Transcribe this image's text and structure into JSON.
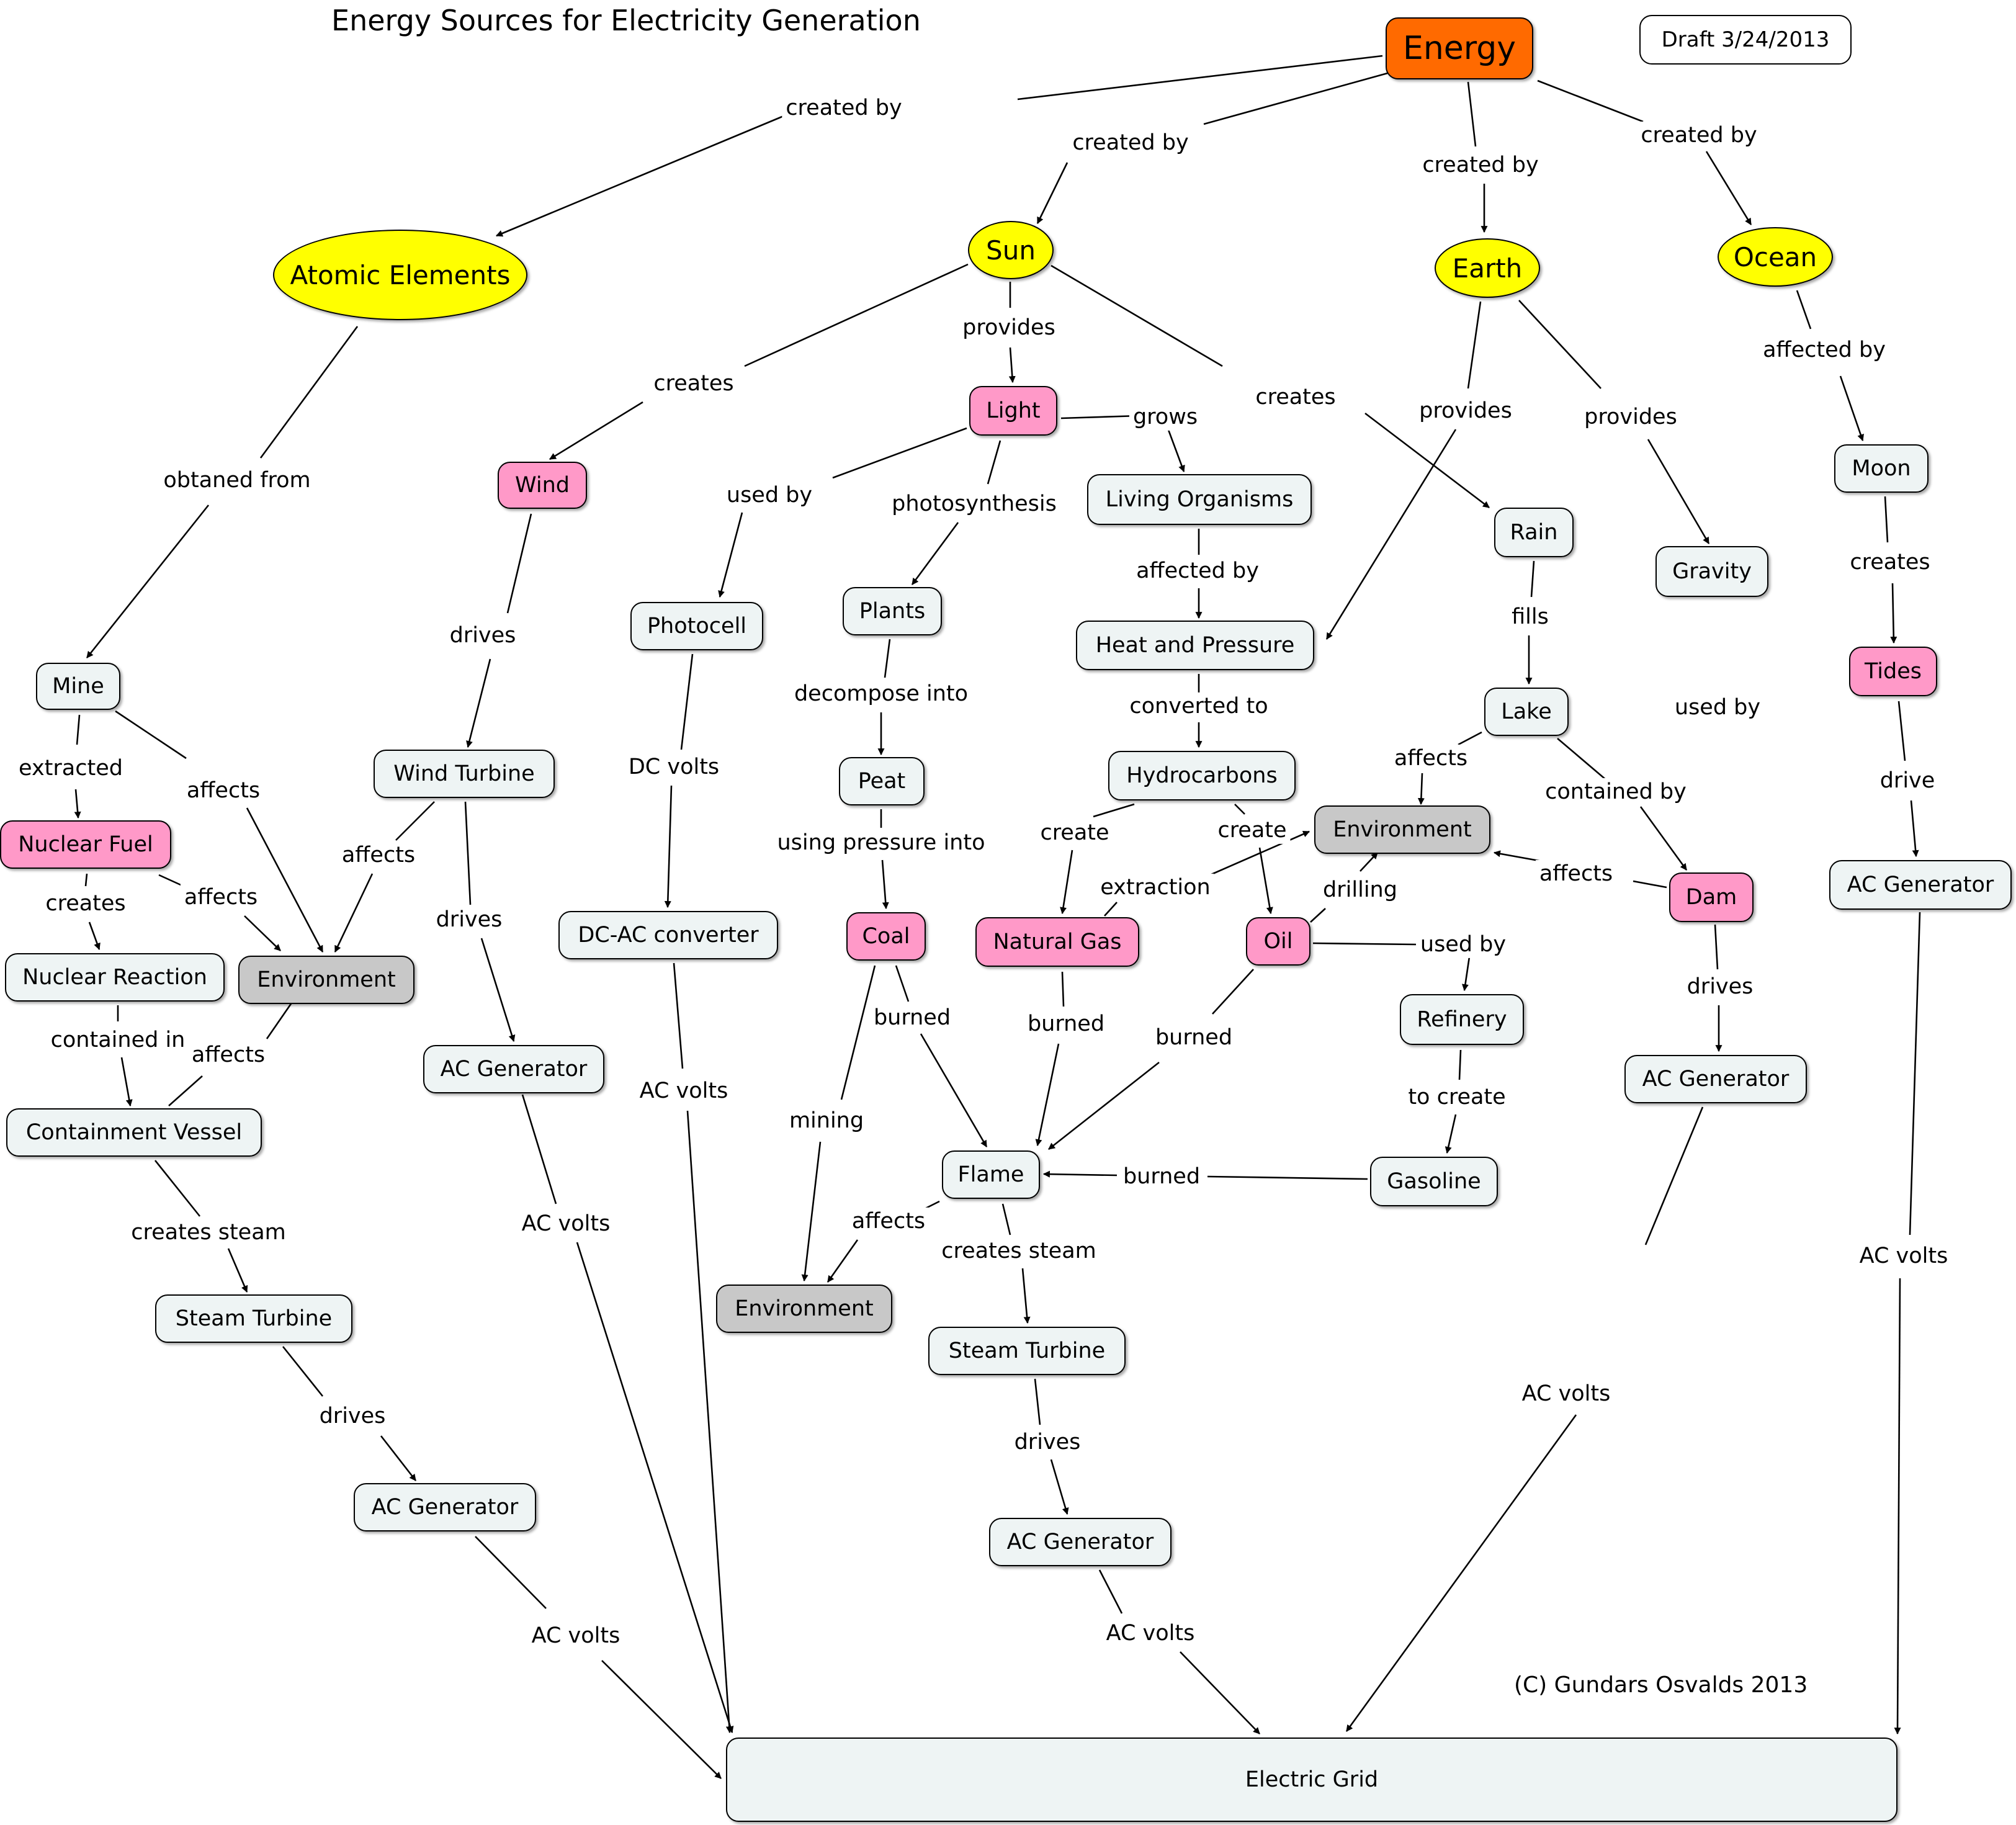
{
  "title": "Energy Sources for Electricity Generation",
  "draft": "Draft 3/24/2013",
  "credit": "(C) Gundars Osvalds 2013",
  "nodes": {
    "energy": "Energy",
    "atomic_elements": "Atomic Elements",
    "sun": "Sun",
    "earth": "Earth",
    "ocean": "Ocean",
    "mine": "Mine",
    "nuclear_fuel": "Nuclear Fuel",
    "nuclear_reaction": "Nuclear Reaction",
    "environment_1": "Environment",
    "containment_vessel": "Containment Vessel",
    "steam_turbine_1": "Steam Turbine",
    "ac_generator_1": "AC Generator",
    "wind": "Wind",
    "wind_turbine": "Wind Turbine",
    "ac_generator_2": "AC Generator",
    "photocell": "Photocell",
    "dc_ac_converter": "DC-AC converter",
    "light": "Light",
    "plants": "Plants",
    "peat": "Peat",
    "coal": "Coal",
    "living_organisms": "Living Organisms",
    "heat_and_pressure": "Heat and Pressure",
    "hydrocarbons": "Hydrocarbons",
    "natural_gas": "Natural Gas",
    "oil": "Oil",
    "environment_2": "Environment",
    "flame": "Flame",
    "environment_3": "Environment",
    "steam_turbine_2": "Steam Turbine",
    "ac_generator_3": "AC Generator",
    "refinery": "Refinery",
    "gasoline": "Gasoline",
    "rain": "Rain",
    "lake": "Lake",
    "gravity": "Gravity",
    "dam": "Dam",
    "ac_generator_4": "AC Generator",
    "moon": "Moon",
    "tides": "Tides",
    "ac_generator_5": "AC Generator",
    "electric_grid": "Electric Grid"
  },
  "links": [
    {
      "id": "l1",
      "text": "created by"
    },
    {
      "id": "l2",
      "text": "created by"
    },
    {
      "id": "l3",
      "text": "created by"
    },
    {
      "id": "l4",
      "text": "created by"
    },
    {
      "id": "l5",
      "text": "obtaned from"
    },
    {
      "id": "l6",
      "text": "extracted"
    },
    {
      "id": "l7",
      "text": "affects"
    },
    {
      "id": "l8",
      "text": "creates"
    },
    {
      "id": "l9",
      "text": "affects"
    },
    {
      "id": "l10",
      "text": "contained in"
    },
    {
      "id": "l11",
      "text": "affects"
    },
    {
      "id": "l12",
      "text": "creates steam"
    },
    {
      "id": "l13",
      "text": "drives"
    },
    {
      "id": "l14",
      "text": "AC volts"
    },
    {
      "id": "l15",
      "text": "creates"
    },
    {
      "id": "l16",
      "text": "provides"
    },
    {
      "id": "l17",
      "text": "creates"
    },
    {
      "id": "l18",
      "text": "drives"
    },
    {
      "id": "l19",
      "text": "affects"
    },
    {
      "id": "l20",
      "text": "drives"
    },
    {
      "id": "l21",
      "text": "AC volts"
    },
    {
      "id": "l22",
      "text": "used by"
    },
    {
      "id": "l23",
      "text": "DC volts"
    },
    {
      "id": "l24",
      "text": "AC volts"
    },
    {
      "id": "l25",
      "text": "photosynthesis"
    },
    {
      "id": "l26",
      "text": "decompose into"
    },
    {
      "id": "l27",
      "text": "using pressure into"
    },
    {
      "id": "l28",
      "text": "mining"
    },
    {
      "id": "l29",
      "text": "burned"
    },
    {
      "id": "l30",
      "text": "grows"
    },
    {
      "id": "l31",
      "text": "affected by"
    },
    {
      "id": "l32",
      "text": "converted to"
    },
    {
      "id": "l33",
      "text": "create"
    },
    {
      "id": "l34",
      "text": "create"
    },
    {
      "id": "l35",
      "text": "extraction"
    },
    {
      "id": "l36",
      "text": "drilling"
    },
    {
      "id": "l37",
      "text": "burned"
    },
    {
      "id": "l38",
      "text": "burned"
    },
    {
      "id": "l39",
      "text": "used by"
    },
    {
      "id": "l40",
      "text": "to create"
    },
    {
      "id": "l41",
      "text": "burned"
    },
    {
      "id": "l42",
      "text": "affects"
    },
    {
      "id": "l43",
      "text": "creates steam"
    },
    {
      "id": "l44",
      "text": "drives"
    },
    {
      "id": "l45",
      "text": "AC volts"
    },
    {
      "id": "l46",
      "text": "provides"
    },
    {
      "id": "l47",
      "text": "provides"
    },
    {
      "id": "l48",
      "text": "fills"
    },
    {
      "id": "l49",
      "text": "affects"
    },
    {
      "id": "l50",
      "text": "contained by"
    },
    {
      "id": "l51",
      "text": "used by"
    },
    {
      "id": "l52",
      "text": "affects"
    },
    {
      "id": "l53",
      "text": "drives"
    },
    {
      "id": "l54",
      "text": "AC volts"
    },
    {
      "id": "l55",
      "text": "affected by"
    },
    {
      "id": "l56",
      "text": "creates"
    },
    {
      "id": "l57",
      "text": "drive"
    },
    {
      "id": "l58",
      "text": "AC volts"
    }
  ]
}
